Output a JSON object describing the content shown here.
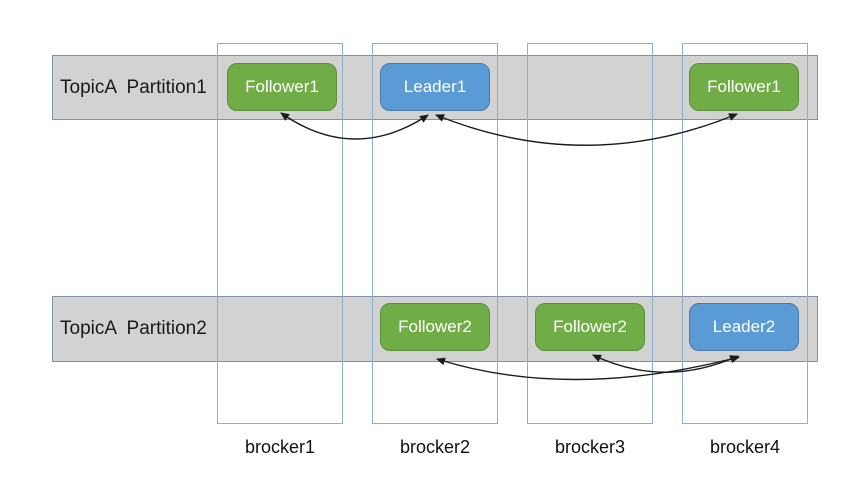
{
  "partitions": [
    {
      "label": "TopicA  Partition1"
    },
    {
      "label": "TopicA  Partition2"
    }
  ],
  "brokers": [
    {
      "label": "brocker1"
    },
    {
      "label": "brocker2"
    },
    {
      "label": "brocker3"
    },
    {
      "label": "brocker4"
    }
  ],
  "replicas": [
    {
      "label": "Follower1",
      "role": "follower",
      "partition_index": 0,
      "broker_index": 0
    },
    {
      "label": "Leader1",
      "role": "leader",
      "partition_index": 0,
      "broker_index": 1
    },
    {
      "label": "Follower1",
      "role": "follower",
      "partition_index": 0,
      "broker_index": 3
    },
    {
      "label": "Follower2",
      "role": "follower",
      "partition_index": 1,
      "broker_index": 1
    },
    {
      "label": "Follower2",
      "role": "follower",
      "partition_index": 1,
      "broker_index": 2
    },
    {
      "label": "Leader2",
      "role": "leader",
      "partition_index": 1,
      "broker_index": 3
    }
  ],
  "arrows": [
    {
      "from": "Follower1 (brocker1)",
      "to": "Leader1 (brocker2)",
      "style": "double-headed curve"
    },
    {
      "from": "Leader1 (brocker2)",
      "to": "Follower1 (brocker4)",
      "style": "double-headed curve"
    },
    {
      "from": "Follower2 (brocker3)",
      "to": "Leader2 (brocker4)",
      "style": "double-headed curve"
    },
    {
      "from": "Follower2 (brocker2)",
      "to": "Leader2 (brocker4)",
      "style": "double-headed curve"
    }
  ],
  "colors": {
    "follower_fill": "#70AD47",
    "follower_border": "#5A8F3C",
    "leader_fill": "#5B9BD5",
    "leader_border": "#4878A8",
    "band_fill": "#D2D2D2",
    "band_border": "#7C91AC",
    "column_border": "#8FAECE",
    "arrow": "#1B1B1B",
    "node_text": "#FFFFFF",
    "label_text": "#1A1A1A"
  }
}
